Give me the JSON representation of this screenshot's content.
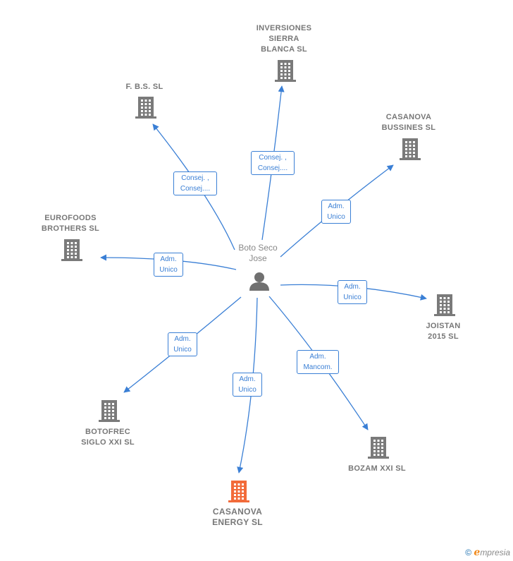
{
  "person": {
    "name": "Boto Seco\nJose"
  },
  "companies": [
    {
      "id": "inversiones",
      "label": "INVERSIONES\nSIERRA\nBLANCA  SL",
      "highlight": false
    },
    {
      "id": "fbs",
      "label": "F. B.S.  SL",
      "highlight": false
    },
    {
      "id": "casanova-bussines",
      "label": "CASANOVA\nBUSSINES  SL",
      "highlight": false
    },
    {
      "id": "eurofoods",
      "label": "EUROFOODS\nBROTHERS  SL",
      "highlight": false
    },
    {
      "id": "joistan",
      "label": "JOISTAN\n2015  SL",
      "highlight": false
    },
    {
      "id": "botofrec",
      "label": "BOTOFREC\nSIGLO XXI  SL",
      "highlight": false
    },
    {
      "id": "bozam",
      "label": "BOZAM XXI SL",
      "highlight": false
    },
    {
      "id": "casanova-energy",
      "label": "CASANOVA\nENERGY  SL",
      "highlight": true
    }
  ],
  "relations": [
    {
      "to": "inversiones",
      "label": "Consej. ,\nConsej...."
    },
    {
      "to": "fbs",
      "label": "Consej. ,\nConsej...."
    },
    {
      "to": "casanova-bussines",
      "label": "Adm.\nUnico"
    },
    {
      "to": "eurofoods",
      "label": "Adm.\nUnico"
    },
    {
      "to": "joistan",
      "label": "Adm.\nUnico"
    },
    {
      "to": "botofrec",
      "label": "Adm.\nUnico"
    },
    {
      "to": "casanova-energy",
      "label": "Adm.\nUnico"
    },
    {
      "to": "bozam",
      "label": "Adm.\nMancom."
    }
  ],
  "colors": {
    "edge": "#3a7fd5",
    "building": "#7a7a7a",
    "highlight": "#f26b3a",
    "person": "#707070"
  },
  "footer": {
    "copyright": "©",
    "brand_initial": "e",
    "brand_rest": "mpresia"
  }
}
